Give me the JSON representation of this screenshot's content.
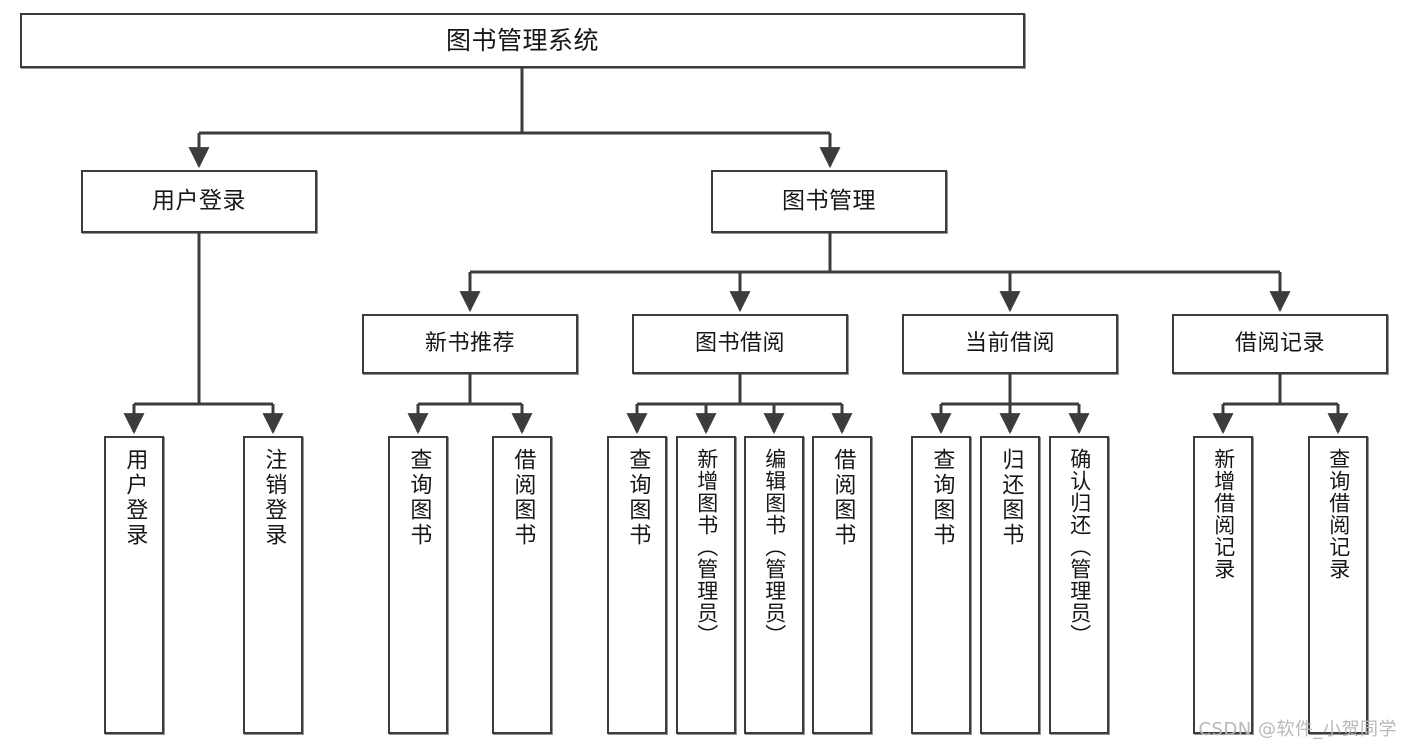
{
  "diagram": {
    "title": "图书管理系统",
    "watermark": "CSDN @软件_小贺同学",
    "line_color": "#3c3c3c",
    "box_fill": "#ffffff",
    "text_color": "#171717",
    "level2": [
      {
        "label": "用户登录"
      },
      {
        "label": "图书管理"
      }
    ],
    "level3": [
      {
        "label": "新书推荐"
      },
      {
        "label": "图书借阅"
      },
      {
        "label": "当前借阅"
      },
      {
        "label": "借阅记录"
      }
    ],
    "leaves": {
      "user_login": [
        {
          "label": "用户登录"
        },
        {
          "label": "注销登录"
        }
      ],
      "new_book_recommend": [
        {
          "label": "查询图书"
        },
        {
          "label": "借阅图书"
        }
      ],
      "book_borrow": [
        {
          "label": "查询图书"
        },
        {
          "label": "新增图书（管理员）"
        },
        {
          "label": "编辑图书（管理员）"
        },
        {
          "label": "借阅图书"
        }
      ],
      "current_borrow": [
        {
          "label": "查询图书"
        },
        {
          "label": "归还图书"
        },
        {
          "label": "确认归还（管理员）"
        }
      ],
      "borrow_record": [
        {
          "label": "新增借阅记录"
        },
        {
          "label": "查询借阅记录"
        }
      ]
    }
  }
}
